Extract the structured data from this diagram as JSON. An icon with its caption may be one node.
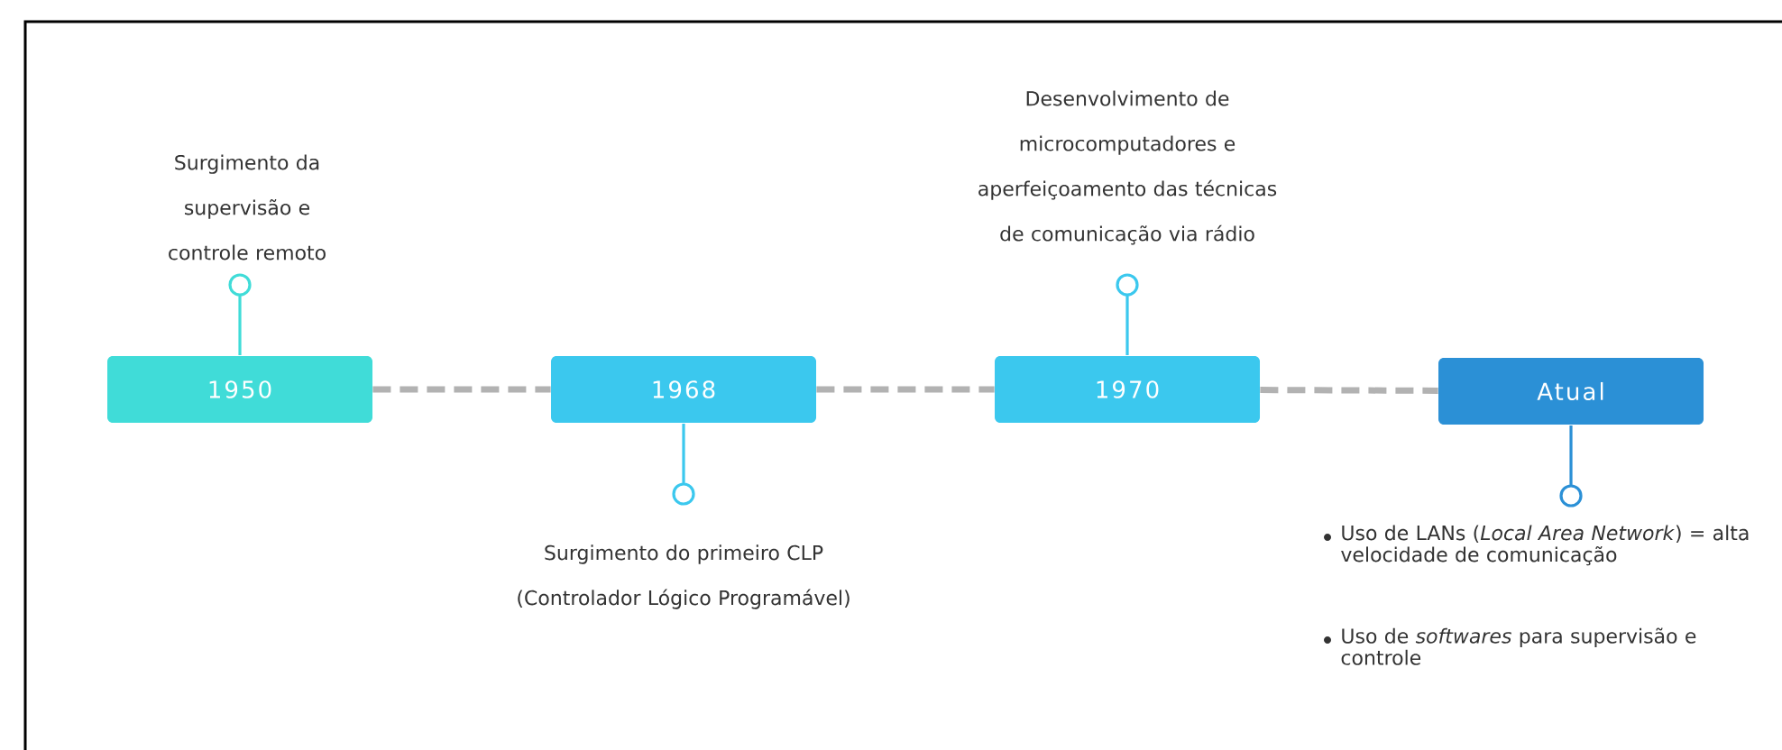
{
  "diagram": {
    "nodes": [
      {
        "text": [
          "1950"
        ]
      },
      {
        "text": [
          "1968"
        ]
      },
      {
        "text": [
          "1970"
        ]
      },
      {
        "text": [
          "Atual"
        ]
      }
    ],
    "edges": [
      {
        "from": 0,
        "to": 1,
        "arrow": "none",
        "style": "dashed"
      },
      {
        "from": 1,
        "to": 2,
        "arrow": "none",
        "style": "dashed"
      },
      {
        "from": 2,
        "to": 3,
        "arrow": "none",
        "style": "dashed"
      }
    ],
    "labels": [
      "Desenvolvimento de microcomputadores e aperfeiçoamento das técnicas de comunicação via rádio",
      "Surgimento da supervisão e controle remoto",
      "Surgimento do primeiro CLP (Controlador Lógico Programável)",
      "Uso de LANs (*Local Area Network*) = alta velocidade de comunicação",
      "Uso de *softwares* para supervisão e controle"
    ]
  }
}
